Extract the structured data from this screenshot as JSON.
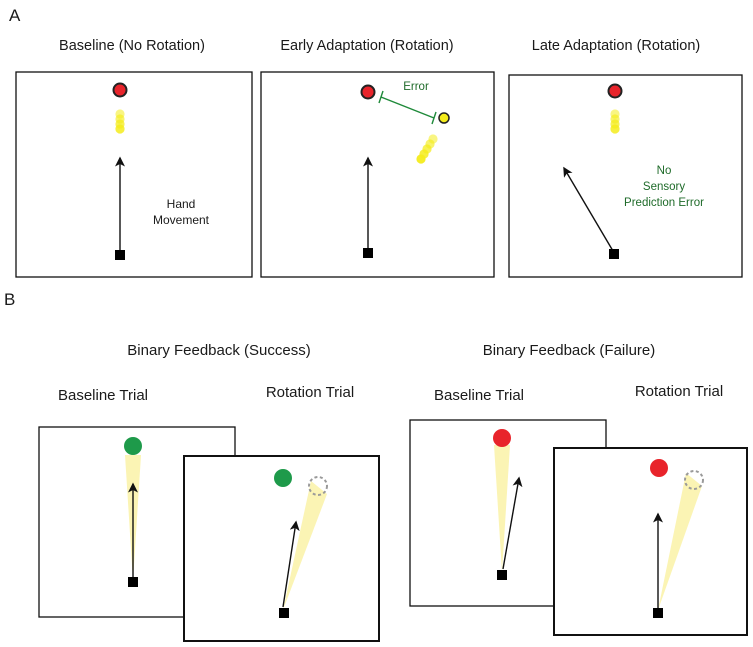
{
  "panel_a": {
    "letter": "A",
    "baseline_title": "Baseline (No Rotation)",
    "early_title": "Early Adaptation (Rotation)",
    "late_title": "Late Adaptation (Rotation)",
    "hand_label_line1": "Hand",
    "hand_label_line2": "Movement",
    "error_label": "Error",
    "no_spe_line1": "No",
    "no_spe_line2": "Sensory",
    "no_spe_line3": "Prediction Error"
  },
  "panel_b": {
    "letter": "B",
    "success_title": "Binary Feedback (Success)",
    "failure_title": "Binary Feedback (Failure)",
    "baseline_trial_1": "Baseline Trial",
    "rotation_trial_1": "Rotation Trial",
    "baseline_trial_2": "Baseline Trial",
    "rotation_trial_2": "Rotation Trial"
  },
  "colors": {
    "target_red": "#e8242b",
    "target_green": "#1e9a4a",
    "cursor_yellow": "#f4ec1c",
    "feedback_cone": "#fbf4b4",
    "error_green": "#1f8a3a",
    "text_green": "#1f6b2a"
  }
}
